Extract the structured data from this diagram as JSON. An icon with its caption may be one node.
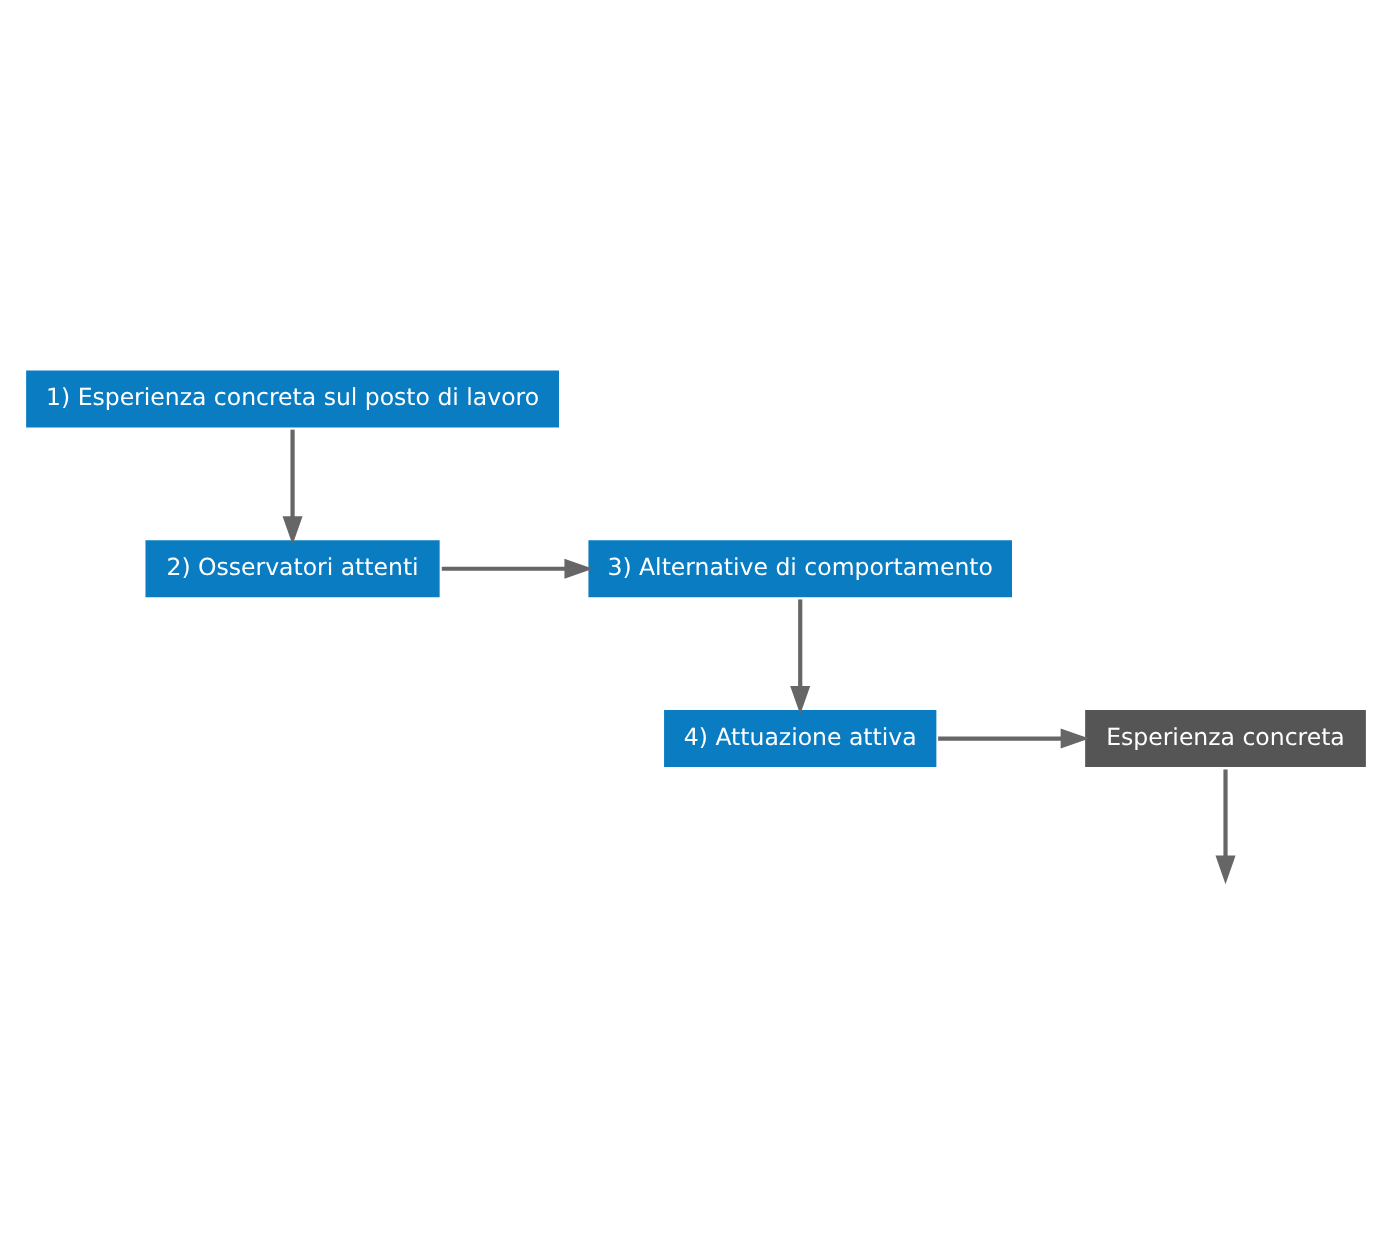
{
  "diagram": {
    "nodes": [
      {
        "text": [
          "3) Alternative di comportamento"
        ]
      },
      {
        "text": [
          "2) Osservatori attenti"
        ]
      },
      {
        "text": [
          "4) Attuazione attiva"
        ]
      },
      {
        "text": [
          "Esperienza concreta"
        ]
      },
      {
        "text": [
          "1) Esperienza concreta sul posto di lavoro"
        ]
      }
    ],
    "edges": [
      {
        "from": 4,
        "to": 1,
        "arrow": "to"
      },
      {
        "from": 1,
        "to": 0,
        "arrow": "to"
      },
      {
        "from": 0,
        "to": 2,
        "arrow": "to"
      },
      {
        "from": 2,
        "to": 3,
        "arrow": "to"
      },
      {
        "from": 3,
        "to": null,
        "arrow": "to"
      }
    ]
  }
}
